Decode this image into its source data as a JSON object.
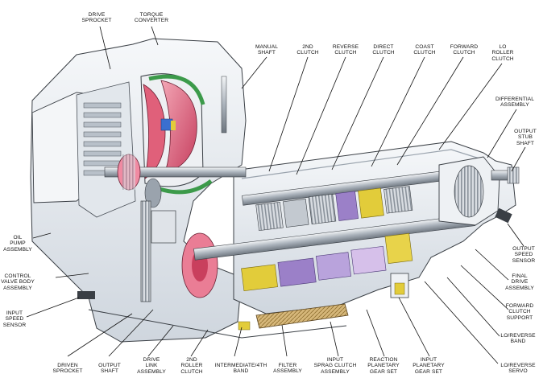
{
  "diagram": {
    "colors": {
      "casing": "#e9edf1",
      "casing_shadow": "#c9d0d8",
      "outline": "#3a3f45",
      "torque_converter": "#e0607a",
      "stator_green": "#3c9a4a",
      "blue": "#3a6fd0",
      "purple": "#9b80c8",
      "yellow": "#e2cc3a",
      "tan": "#c9a96a",
      "steel": "#b8bec6"
    },
    "labels": {
      "drive_sprocket": [
        "DRIVE",
        "SPROCKET"
      ],
      "torque_converter": [
        "TORQUE",
        "CONVERTER"
      ],
      "manual_shaft": [
        "MANUAL",
        "SHAFT"
      ],
      "second_clutch_top": [
        "2ND",
        "CLUTCH"
      ],
      "reverse_clutch": [
        "REVERSE",
        "CLUTCH"
      ],
      "direct_clutch": [
        "DIRECT",
        "CLUTCH"
      ],
      "coast_clutch": [
        "COAST",
        "CLUTCH"
      ],
      "forward_clutch": [
        "FORWARD",
        "CLUTCH"
      ],
      "lo_roller_clutch": [
        "LO",
        "ROLLER",
        "CLUTCH"
      ],
      "differential_assembly": [
        "DIFFERENTIAL",
        "ASSEMBLY"
      ],
      "output_stub_shaft": [
        "OUTPUT",
        "STUB",
        "SHAFT"
      ],
      "oil_pump_assembly": [
        "OIL",
        "PUMP",
        "ASSEMBLY"
      ],
      "control_valve_body": [
        "CONTROL",
        "VALVE BODY",
        "ASSEMBLY"
      ],
      "input_speed_sensor": [
        "INPUT",
        "SPEED",
        "SENSOR"
      ],
      "output_speed_sensor": [
        "OUTPUT",
        "SPEED",
        "SENSOR"
      ],
      "final_drive_assembly": [
        "FINAL",
        "DRIVE",
        "ASSEMBLY"
      ],
      "forward_clutch_support": [
        "FORWARD",
        "CLUTCH",
        "SUPPORT"
      ],
      "lo_reverse_band": [
        "LO/REVERSE",
        "BAND"
      ],
      "lo_reverse_servo": [
        "LO/REVERSE",
        "SERVO"
      ],
      "driven_sprocket": [
        "DRIVEN",
        "SPROCKET"
      ],
      "output_shaft": [
        "OUTPUT",
        "SHAFT"
      ],
      "drive_link_assembly": [
        "DRIVE",
        "LINK",
        "ASSEMBLY"
      ],
      "second_roller_clutch": [
        "2ND",
        "ROLLER",
        "CLUTCH"
      ],
      "intermediate_band": [
        "INTERMEDIATE/4TH",
        "BAND"
      ],
      "filter_assembly": [
        "FILTER",
        "ASSEMBLY"
      ],
      "input_sprag_clutch": [
        "INPUT",
        "SPRAG CLUTCH",
        "ASSEMBLY"
      ],
      "reaction_gear_set": [
        "REACTION",
        "PLANETARY",
        "GEAR SET"
      ],
      "input_gear_set": [
        "INPUT",
        "PLANETARY",
        "GEAR SET"
      ]
    }
  }
}
